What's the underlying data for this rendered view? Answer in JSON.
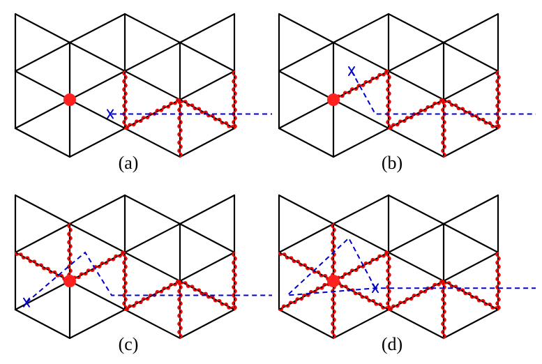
{
  "colors": {
    "lattice": "#000000",
    "string": "#ff0000",
    "string_shadow": "#000000",
    "path": "#0000cc",
    "defect": "#ff2020"
  },
  "panels": [
    {
      "label": "(a)"
    },
    {
      "label": "(b)"
    },
    {
      "label": "(c)"
    },
    {
      "label": "(d)"
    }
  ]
}
